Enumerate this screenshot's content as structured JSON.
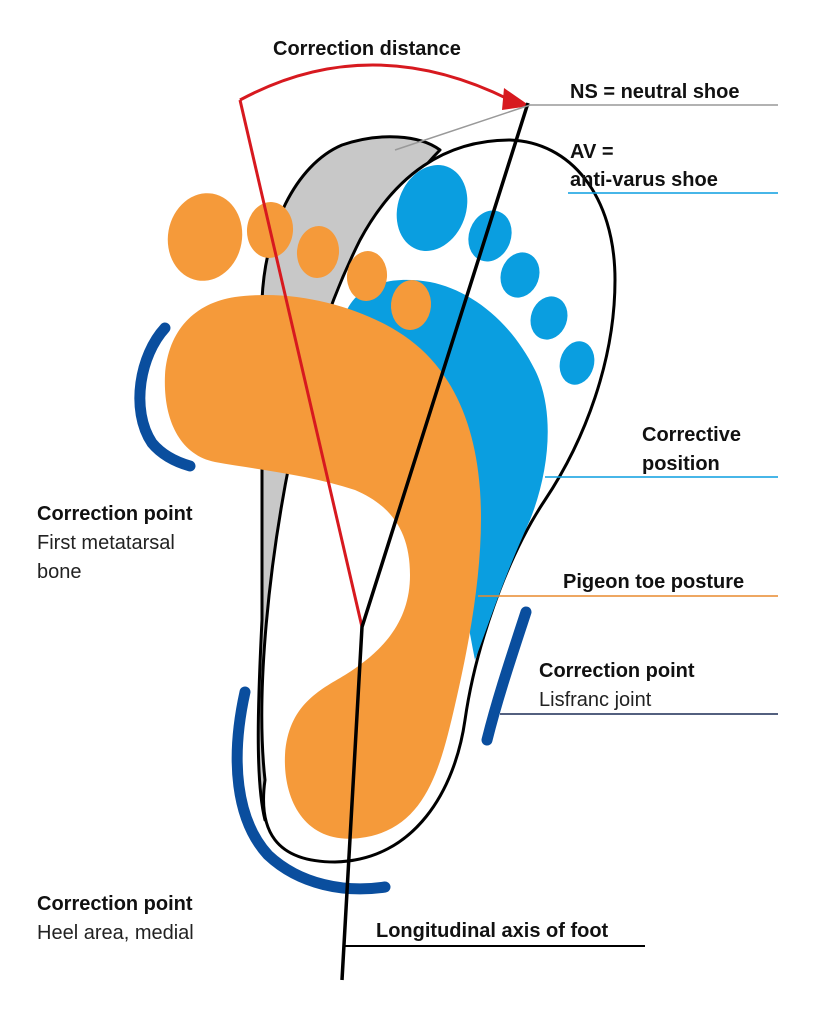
{
  "labels": {
    "correction_distance": "Correction distance",
    "ns": "NS = neutral shoe",
    "av_line1": "AV =",
    "av_line2": "anti-varus shoe",
    "corrective_line1": "Corrective",
    "corrective_line2": "position",
    "pigeon": "Pigeon toe posture",
    "axis": "Longitudinal axis of foot"
  },
  "correction_points": {
    "first_metatarsal": {
      "title": "Correction point",
      "line1": "First metatarsal",
      "line2": "bone"
    },
    "lisfranc": {
      "title": "Correction point",
      "line1": "Lisfranc joint"
    },
    "heel": {
      "title": "Correction point",
      "line1": "Heel area, medial"
    }
  },
  "colors": {
    "orange_foot": "#F59A3A",
    "blue_foot": "#0A9EE0",
    "gray_shoe": "#C8C8C8",
    "correction_pad": "#0A4E9E",
    "angle_red": "#D7191F",
    "ns_leader": "#999999",
    "blue_leader": "#0A9EE0",
    "orange_leader": "#E88A2E",
    "navy_leader": "#1A2B55"
  }
}
